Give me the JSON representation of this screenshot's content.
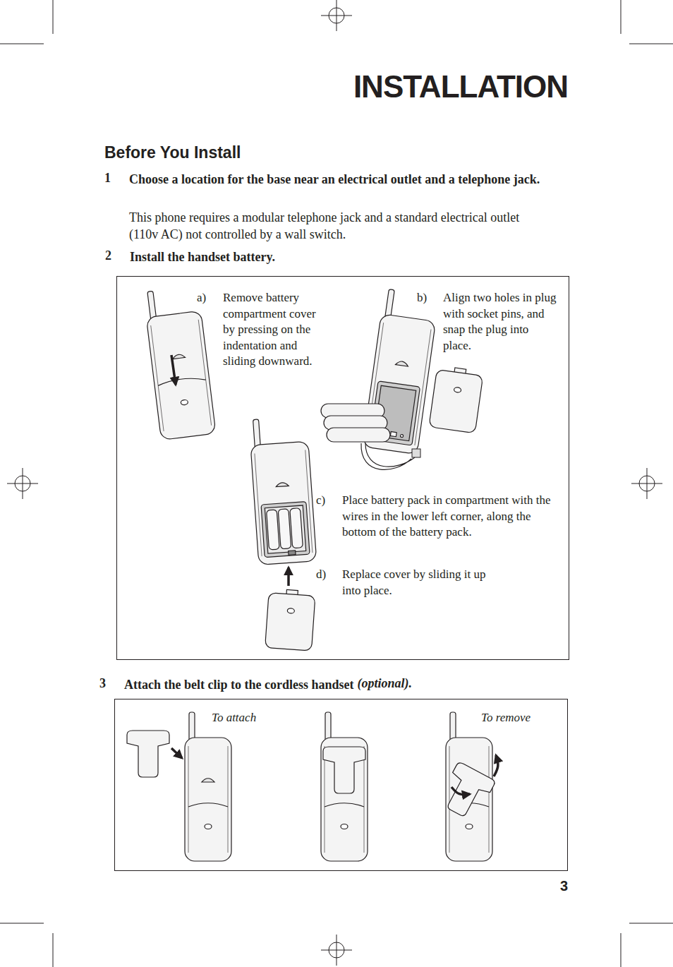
{
  "diagram": {
    "title": "INSTALLATION",
    "nodes": [
      {
        "text": [
          "2",
          "Install the handset battery.",
          "a)",
          "Remove battery compartment cover by pressing on the indentation and sliding downward.",
          "b)",
          "Align two holes in plug with socket pins, and snap the plug into place.",
          "c)",
          "Place battery pack in compartment with the wires in the lower left corner, along the bottom of the battery pack.",
          "d)",
          "Replace cover by sliding it up into place."
        ]
      },
      {
        "text": [
          "3",
          "Attach the belt clip to the cordless handset",
          "(optional).",
          "To attach",
          "To remove"
        ]
      }
    ],
    "labels": [
      "Before You Install",
      "1",
      "Choose a location for the base near an electrical outlet and a telephone jack.",
      "This phone requires a modular telephone jack and a standard electrical outlet (110v AC) not controlled by a wall switch.",
      "3"
    ]
  }
}
